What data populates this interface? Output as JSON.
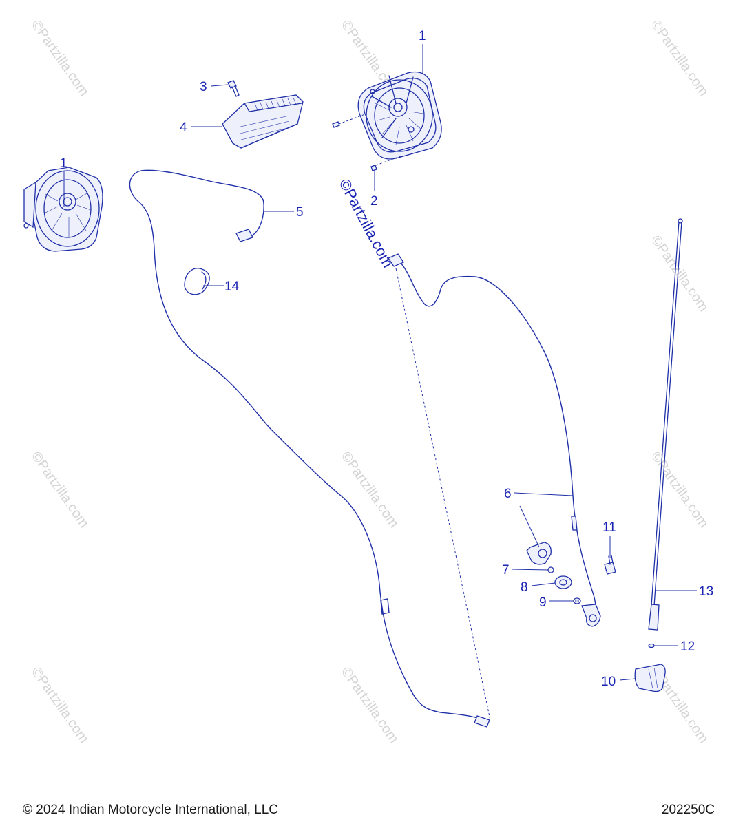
{
  "callouts": {
    "c1a": "1",
    "c1b": "1",
    "c2": "2",
    "c3": "3",
    "c4": "4",
    "c5": "5",
    "c6": "6",
    "c7": "7",
    "c8": "8",
    "c9": "9",
    "c10": "10",
    "c11": "11",
    "c12": "12",
    "c13": "13",
    "c14": "14"
  },
  "watermark": "©Partzilla.com",
  "footer": {
    "copyright": "© 2024 Indian Motorcycle International, LLC",
    "diagram_id": "202250C"
  },
  "colors": {
    "line": "#1f2fa8",
    "callout": "#1a24b3",
    "watermark": "#d4d4d4"
  }
}
